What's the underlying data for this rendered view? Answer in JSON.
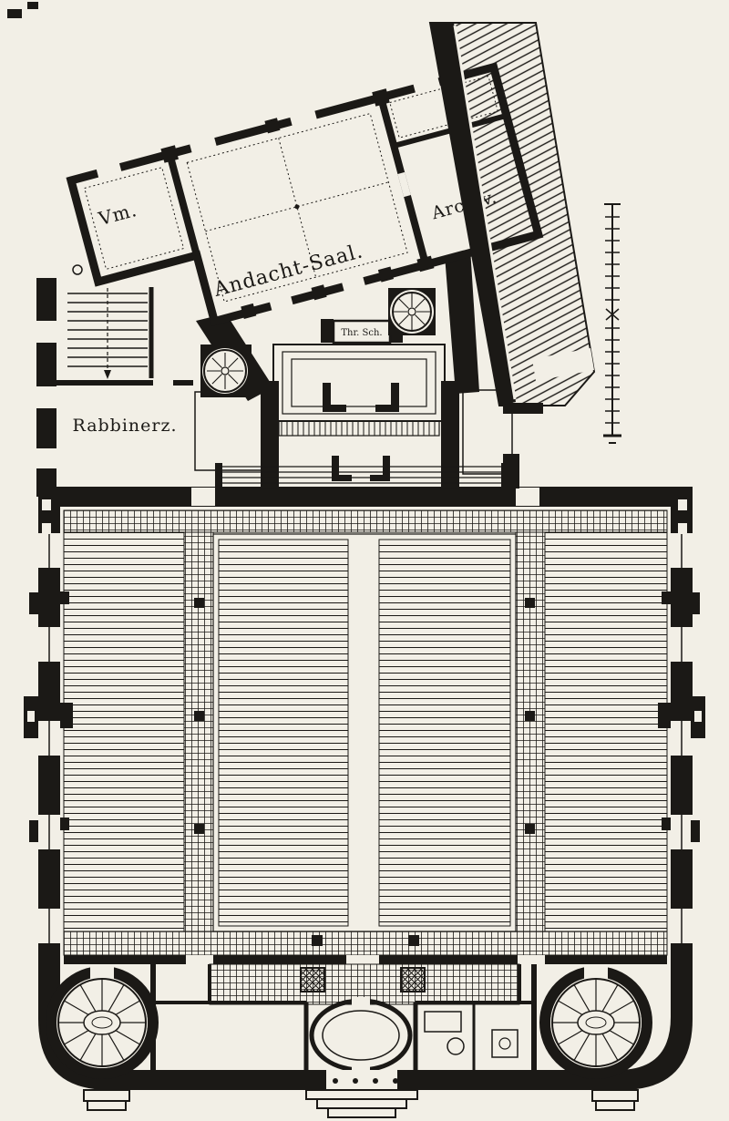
{
  "colors": {
    "paper": "#f2efe6",
    "ink": "#1b1916"
  },
  "labels": {
    "vestibule": "Vm.",
    "prayer_hall": "Andacht-Saal.",
    "archive": "Archiv.",
    "rabbi_room": "Rabbinerz.",
    "torah_ark": "Thr. Sch."
  }
}
